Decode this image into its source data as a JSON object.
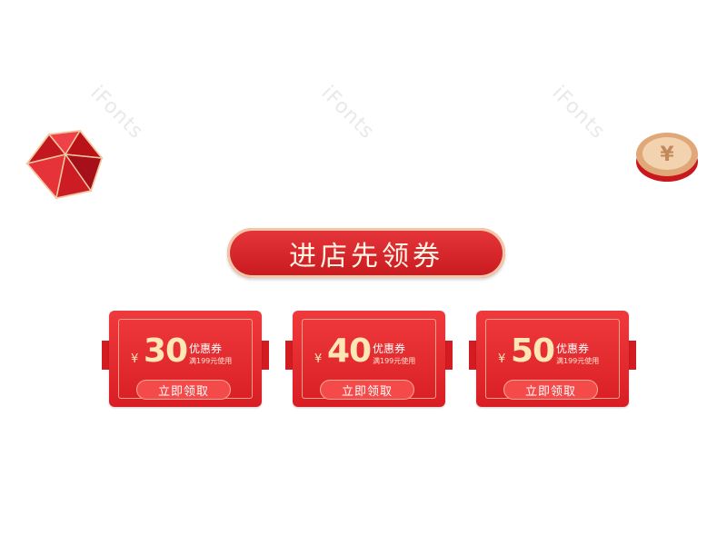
{
  "watermarks": [
    "iFonts",
    "iFonts",
    "iFonts"
  ],
  "title": "进店先领券",
  "coupons": [
    {
      "currency": "¥",
      "amount": "30",
      "label": "优惠券",
      "condition": "满199元使用",
      "button": "立即领取"
    },
    {
      "currency": "¥",
      "amount": "40",
      "label": "优惠券",
      "condition": "满199元使用",
      "button": "立即领取"
    },
    {
      "currency": "¥",
      "amount": "50",
      "label": "优惠券",
      "condition": "满199元使用",
      "button": "立即领取"
    }
  ],
  "colors": {
    "primary_red": "#d81e24",
    "gold": "#ffe7b5",
    "border_gold": "#f4c7a8"
  },
  "icons": {
    "left_decoration": "red-gem-icon",
    "right_decoration": "gold-coin-icon"
  }
}
